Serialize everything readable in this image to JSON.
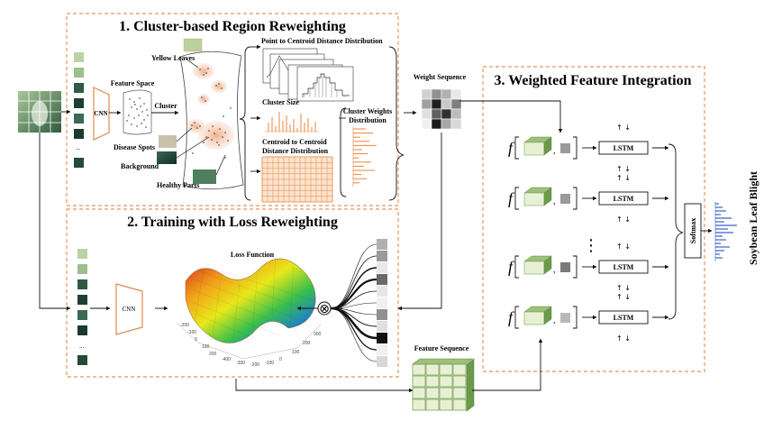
{
  "section1": {
    "title": "1. Cluster-based Region Reweighting"
  },
  "section2": {
    "title": "2.  Training with Loss Reweighting"
  },
  "section3": {
    "title": "3. Weighted Feature Integration"
  },
  "labels": {
    "yellow_leaves": "Yellow Leaves",
    "feature_space": "Feature Space",
    "cnn": "CNN",
    "cluster": "Cluster",
    "disease_spots": "Disease Spots",
    "background": "Background",
    "healthy_parts": "Healthy Parts",
    "point_to_centroid": "Point to Centroid Distance Distribution",
    "cluster_size": "Cluster Size",
    "centroid_to_centroid_1": "Centroid to Centroid",
    "centroid_to_centroid_2": "Distance Distribution",
    "cluster_weights_1": "Cluster Weights",
    "cluster_weights_2": "Distribution",
    "weight_sequence": "Weight Sequence",
    "loss_function": "Loss Function",
    "feature_sequence": "Feature Sequence",
    "lstm": "LSTM",
    "softmax": "Softmax",
    "output_class": "Soybean Leaf Blight",
    "ellipsis": "...",
    "vdots": "⋮",
    "f_symbol": "f",
    "comma": ",",
    "otimes": "⊗",
    "updown": "↑ ↓"
  },
  "axis_ticks": [
    "-200",
    "-100",
    "0",
    "100",
    "200",
    "-400",
    "-300",
    "-200",
    "-100",
    "0",
    "100",
    "200",
    "300"
  ],
  "colors": {
    "dashed_border": "#e8955a",
    "orange_bars": "#e8853a",
    "blue_bars": "#3a63c8",
    "cube_green": "#7aa65a",
    "cnn_border": "#e08a4a"
  }
}
